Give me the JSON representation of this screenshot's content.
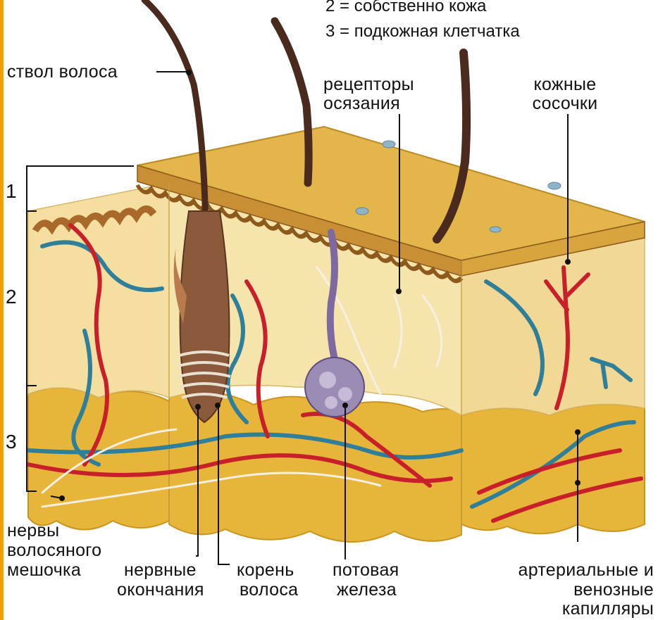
{
  "legend": {
    "item2": "2 = собственно кожа",
    "item3": "3 = подкожная клетчатка"
  },
  "layer_numbers": {
    "one": "1",
    "two": "2",
    "three": "3"
  },
  "labels": {
    "hair_shaft": "ствол волоса",
    "touch_receptors": [
      "рецепторы",
      "осязания"
    ],
    "dermal_papillae": [
      "кожные",
      "сосочки"
    ],
    "follicle_nerves": [
      "нервы",
      "волосяного",
      "мешочка"
    ],
    "nerve_endings": [
      "нервные",
      "окончания"
    ],
    "hair_root": [
      "корень",
      "волоса"
    ],
    "sweat_gland": [
      "потовая",
      "железа"
    ],
    "capillaries": [
      "артериальные и",
      "венозные",
      "капилляры"
    ]
  },
  "colors": {
    "accent_stripe": "#f2a000",
    "epidermis": "#e2b64a",
    "dermis": "#f4dfa0",
    "fat": "#e6b53a",
    "artery": "#c8202a",
    "vein": "#2f7f9a",
    "hair": "#4a2a1c",
    "gland": "#7e6aa0"
  }
}
